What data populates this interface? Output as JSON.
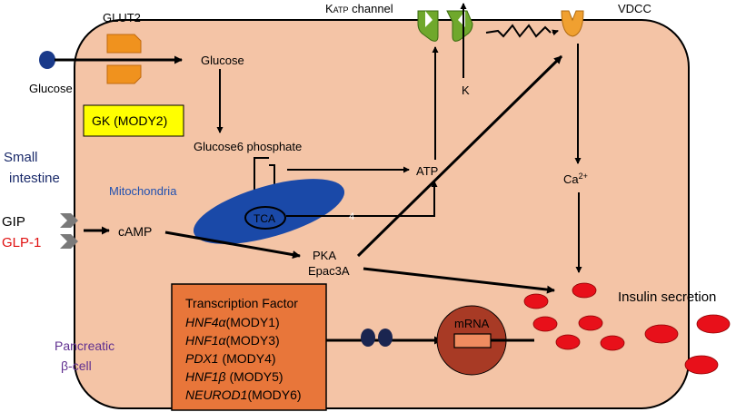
{
  "labels": {
    "glut2": "GLUT2",
    "glucose_outside": "Glucose",
    "glucose_inside": "Glucose",
    "gk": "GK (MODY2)",
    "glucose6p": "Glucose6 phosphate",
    "atp": "ATP",
    "mitochondria": "Mitochondria",
    "tca": "TCA",
    "katp_k": "K",
    "katp_sub": "ATP",
    "katp_rest": " channel",
    "vdcc": "VDCC",
    "k_ion": "K",
    "ca_base": "Ca",
    "ca_sup": "2+",
    "small_intestine_line1": "Small",
    "small_intestine_line2": "intestine",
    "gip": "GIP",
    "glp1": "GLP-1",
    "camp": "cAMP",
    "pka": "PKA",
    "epac": "Epac3A",
    "insulin_secretion": "Insulin secretion",
    "pancreatic_line1": "Pancreatic",
    "pancreatic_line2": "β-cell",
    "mrna": "mRNA"
  },
  "transcription": {
    "title": "Transcription Factor",
    "rows": [
      {
        "gene": "HNF4α",
        "mody": "(MODY1)"
      },
      {
        "gene": "HNF1α",
        "mody": "(MODY3)"
      },
      {
        "gene": "PDX1",
        "mody": " (MODY4)"
      },
      {
        "gene": "HNF1β",
        "mody": " (MODY5)"
      },
      {
        "gene": "NEUROD1",
        "mody": "(MODY6)"
      }
    ]
  },
  "colors": {
    "cell_fill": "#f4c4a6",
    "gk_fill": "#ffff00",
    "glut2": "#f0921e",
    "mito": "#1a49a8",
    "katp": "#6fa82c",
    "vdcc": "#f0a030",
    "granule": "#e8101a",
    "tf_box": "#e8763a",
    "nucleus": "#a83a25",
    "glp1_text": "#e01010",
    "mito_text": "#2050b0",
    "pancreatic_text": "#603090",
    "small_int_text": "#1a2a6a"
  }
}
